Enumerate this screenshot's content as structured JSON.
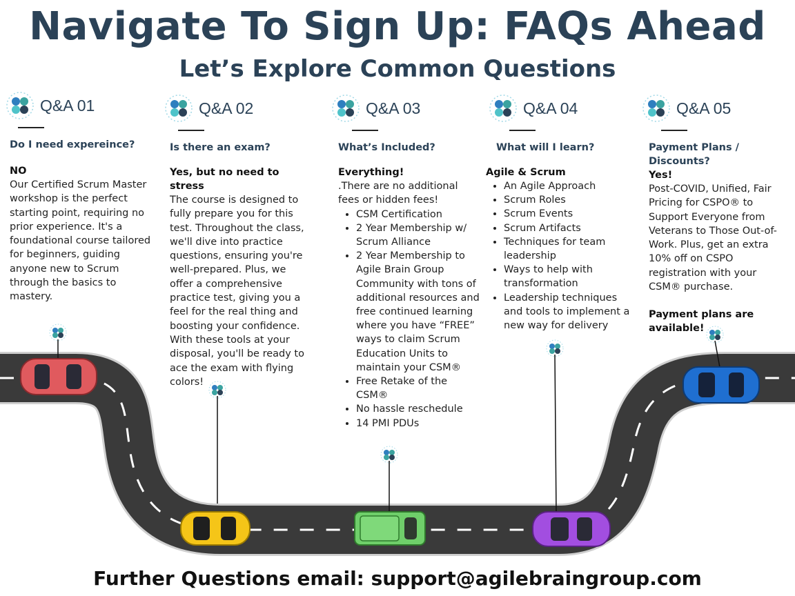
{
  "title": "Navigate To Sign Up: FAQs Ahead",
  "subtitle": "Let’s Explore Common Questions",
  "qa": [
    {
      "label": "Q&A 01",
      "question": "Do I need expereince?",
      "answer": "NO",
      "body": "Our Certified Scrum Master workshop is the perfect starting point, requiring no prior experience. It's a foundational course tailored for beginners, guiding anyone new to Scrum through the basics to mastery."
    },
    {
      "label": "Q&A 02",
      "question": "Is there an exam?",
      "answer": "Yes, but no need to stress",
      "body": " The course is designed to fully prepare you for this test. Throughout the class, we'll dive into practice questions, ensuring you're well-prepared. Plus, we offer a comprehensive practice test, giving you a feel for the real thing and boosting your confidence. With these tools at your disposal, you'll be ready to ace the exam with flying colors!"
    },
    {
      "label": "Q&A 03",
      "question": "What’s Included?",
      "answer": "Everything!",
      "body": ".There are no additional fees or hidden fees!",
      "bullets": [
        "CSM Certification",
        "2 Year Membership w/ Scrum Alliance",
        "2 Year Membership to Agile Brain Group Community with tons of additional resources and free continued learning where you have “FREE” ways to claim Scrum Education Units to maintain your CSM®",
        "Free Retake of the CSM®",
        "No hassle reschedule",
        "14 PMI PDUs"
      ]
    },
    {
      "label": "Q&A 04",
      "question": "What will I learn?",
      "answer": "Agile & Scrum",
      "bullets": [
        "An Agile Approach",
        "Scrum Roles",
        "Scrum Events",
        "Scrum Artifacts",
        "Techniques for team leadership",
        "Ways to help with transformation",
        "Leadership techniques and tools to implement a new way for delivery"
      ]
    },
    {
      "label": "Q&A 05",
      "question": "Payment Plans / Discounts?",
      "answer": "Yes!",
      "body": "Post-COVID, Unified, Fair Pricing for CSPO® to Support Everyone from Veterans to Those Out-of-Work. Plus, get an extra 10% off on CSPO registration with your CSM® purchase.",
      "note": "Payment plans are available!"
    }
  ],
  "footer": "Further Questions email: support@agilebraingroup.com",
  "colors": {
    "heading": "#2b4257",
    "road": "#3a3a3a",
    "car_red": "#e05a5e",
    "car_yellow": "#f5c518",
    "car_green": "#6fcf6a",
    "car_purple": "#a24ee0",
    "car_blue": "#1f6fd1"
  },
  "icons": {
    "logo": "dots-cluster-icon",
    "pin": "pin-dots-icon"
  }
}
